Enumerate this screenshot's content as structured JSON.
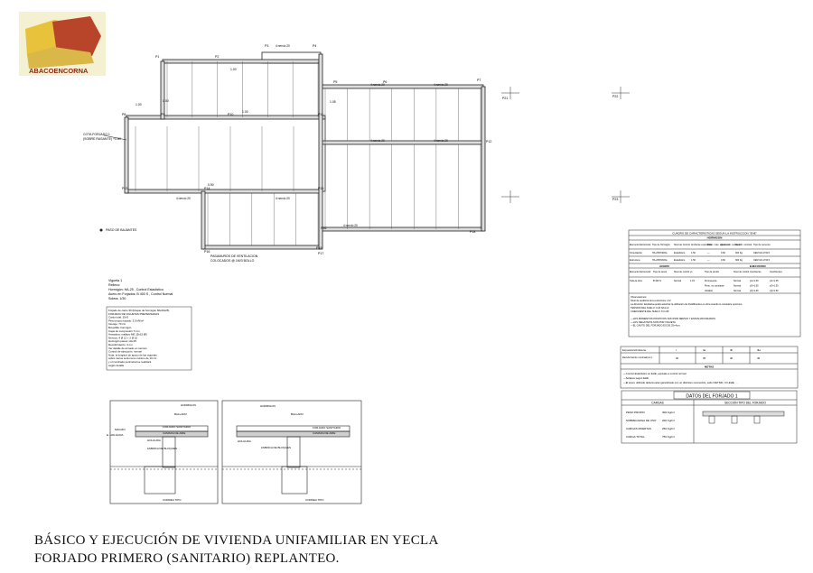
{
  "logo": {
    "text": "ABACOENCORNA",
    "colors": {
      "yellow": "#e8c23a",
      "red": "#b8452a",
      "green": "#c9d08f"
    }
  },
  "plan": {
    "axis_labels": [
      "P1",
      "P2",
      "P3",
      "P4",
      "P5",
      "P6",
      "P7",
      "P8",
      "P9",
      "P10",
      "P11",
      "P12",
      "P13",
      "P14",
      "P15",
      "P16",
      "P17",
      "P18",
      "P19",
      "P20",
      "P21",
      "P22",
      "P23"
    ],
    "beam_labels": [
      "4 nervio 20",
      "4 nervio 20",
      "4 nervio 20",
      "4 nervio 20",
      "4 nervio 20",
      "4 nervio 20",
      "4 nervio 20",
      "4 nervio 20"
    ],
    "dims": [
      "1.00",
      "1.00",
      "1.00",
      "1.05",
      "0.90",
      "1.00"
    ],
    "cota_note": "COTA FORJADO 1\n(SOBRE RASANTE) +0.80",
    "hole_note": "PASO DE BAJANTES",
    "vent_note": "PASAMUROS DE VENTILACION\nCOLOCADOS @ 1M/3 BOLLO"
  },
  "block_notes_1": [
    "Vigueta 1",
    "Relleno:",
    "Hormigón: HA-25 , Control Estadístico",
    "Acero en Forjados: B 400 S , Control Normal",
    "Solera: 1/30"
  ],
  "block_notes_2": [
    "Forjado de canto 30 (bloque de hormigón 60x20x25)",
    "FORJADO DE VIGUETAS PRETENSADAS",
    "Canto total: 25+5",
    "Peso propio forjado: 3.5 kN/m²",
    "Intereje: 70 cm",
    "Bovedilla: hormigón",
    "Capa de compresión: 5 cm",
    "Armadura: mallazo ME 15x15 Ø5",
    "Nervios: 4 Ø 12 + 2 Ø 10",
    "Hormigón pasos: HA-25",
    "Recubrimiento: 3 cm",
    "Ver detalle de armado en nervios",
    "Control de ejecución: normal",
    "Nota: la longitud de apoyo de las viguetas",
    "sobre muros será como mínimo de 10 cm",
    "y el zunchado perimetral se realizará",
    "según detalle"
  ],
  "table_main": {
    "title": "CUADRO DE CARACTERISTICAS SEGUN LA INSTRUCCION \"EHE\"",
    "horm_title": "HORMIGON",
    "horm_headers": [
      "Elemento Estructural",
      "Tipo de Hormigón",
      "Nivel de Control",
      "Ambiente exposición",
      "Relac. máx. agua/cem.",
      "Cont. mín. cemento",
      "Recubr. nominal",
      "Tipo de cemento"
    ],
    "horm_rows": [
      [
        "Cimentación",
        "HA-25/P/40/IIa",
        "Estadístico",
        "1.50",
        "—",
        "0.60",
        "300 Kg",
        "CEM II/A-V/32,5"
      ],
      [
        "Estructura",
        "HA-25/P/20/IIa",
        "Estadístico",
        "1.50",
        "—",
        "0.60",
        "300 Kg",
        "CEM II/A-V/32,5"
      ]
    ],
    "acero_title": "ACERO",
    "ejec_title": "EJECUCION",
    "acero_headers": [
      "Elemento Estructural",
      "Tipo de acero",
      "Nivel de control",
      "γs",
      "Tipo de acción",
      "Nivel de control",
      "Coeficiente",
      "Coeficientes"
    ],
    "acero_rows": [
      [
        "Toda la obra",
        "B 400 S",
        "Normal",
        "1.15",
        "Permanente",
        "Normal",
        "γG=1.50",
        "γG=1.35"
      ],
      [
        "",
        "",
        "",
        "",
        "Perm. no constante",
        "Normal",
        "γG=1.60",
        "γG=1.50"
      ],
      [
        "",
        "",
        "",
        "",
        "Variable",
        "Normal",
        "γQ=1.60",
        "γQ=1.50"
      ]
    ],
    "obs": [
      "Observaciones:",
      "Nivel de auditoría de la estructura: n=2",
      "La dirección facultativa podrá autorizar la utilización de Fluidificantes en obra cuando lo considere oportuno",
      "TENSION DEL SUELO: 0.20 N/mm2",
      "COEFICIENTE DEL SUELO: K=1.80"
    ],
    "notes": [
      "—LOS MOMENTOS POSITIVOS SON POR NERVIO Y ESTAN MAYORADOS",
      "—LOS NEGATIVOS SON POR VIGUETA",
      "—EL CANTO DEL FORJADO ES DE 25+4cm."
    ]
  },
  "table_recub": {
    "row1_label": "Exposición/Ambiente",
    "row1_values": [
      "I",
      "IIa",
      "IIb",
      "IIIa"
    ],
    "row2_label": "Recubrimiento nominal(mm.)",
    "row2_values": [
      "30",
      "35",
      "40",
      "45"
    ],
    "notes_title": "NOTAS",
    "notes": [
      "—Control Estadístico en EHE, equivale a control normal",
      "—Solapes según EHE",
      "—El acero utilizado deberá estar garantizado con un distintivo reconocido, sello CIETSID, CC-EHE, ..."
    ]
  },
  "forjado": {
    "title": "DATOS DEL FORJADO 1",
    "col1": "CARGAS",
    "col2": "SECCION TIPO DEL FORJADO",
    "rows": [
      [
        "PESO PROPIO",
        "300 Kg/m²"
      ],
      [
        "SOBRECARGA DE USO",
        "200 Kg/m²"
      ],
      [
        "CARGAS MUERTAS",
        "250 Kg/m²"
      ],
      [
        "CARGA TOTAL",
        "750 Kg/m²"
      ]
    ]
  },
  "sections": {
    "left": {
      "labels": [
        "HORMIGON",
        "BALLADO",
        "FORJADO SANITARIO",
        "CAMARA DE AIRE",
        "MACIZO",
        "HOLGURA",
        "FABRICA DE BLOQUES",
        "E. HOLGURA",
        "CORREA TIPO"
      ]
    },
    "right": {
      "labels": [
        "HORMIGON",
        "BALLADO",
        "FORJADO SANITARIO",
        "CAMARA DE AIRE",
        "HOLGURA",
        "FABRICA DE BLOQUES",
        "CORREA TIPO"
      ]
    }
  },
  "caption": {
    "line1": "BÁSICO Y EJECUCIÓN DE VIVIENDA UNIFAMILIAR EN YECLA",
    "line2": "FORJADO PRIMERO (SANITARIO) REPLANTEO."
  }
}
